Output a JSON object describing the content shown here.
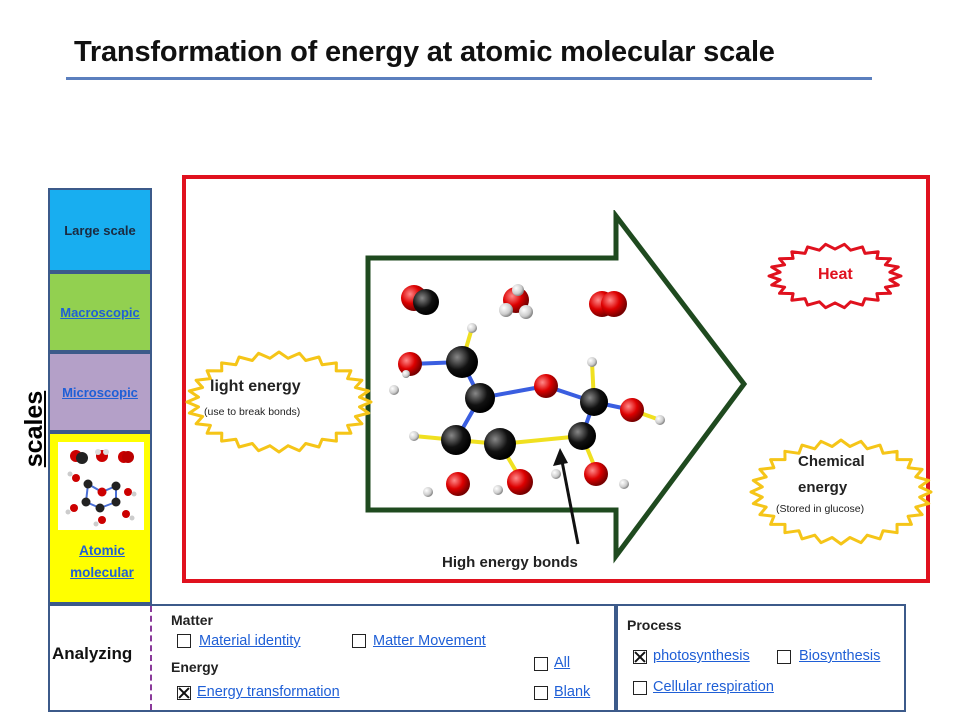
{
  "title": "Transformation of energy at atomic molecular scale",
  "scales": {
    "label": "scales",
    "items": [
      {
        "label": "Large scale"
      },
      {
        "label": "Macroscopic"
      },
      {
        "label": "Microscopic"
      },
      {
        "label": "Atomic molecular"
      }
    ]
  },
  "diagram": {
    "input_label": "light energy",
    "input_note": "(use to break bonds)",
    "output_heat": "Heat",
    "output_chemical": "Chemical energy",
    "output_chemical_line1": "Chemical",
    "output_chemical_line2": "energy",
    "output_chemical_note": "(Stored in glucose)",
    "bonds_label": "High energy bonds"
  },
  "analyzing": {
    "label": "Analyzing",
    "matter": {
      "header": "Matter",
      "options": [
        {
          "label": "Material identity",
          "checked": false
        },
        {
          "label": "Matter Movement",
          "checked": false
        }
      ]
    },
    "energy": {
      "header": "Energy",
      "options": [
        {
          "label": "Energy transformation",
          "checked": true
        }
      ]
    },
    "extra": [
      {
        "label": "All",
        "checked": false
      },
      {
        "label": "Blank",
        "checked": false
      }
    ],
    "process": {
      "header": "Process",
      "options": [
        {
          "label": "photosynthesis",
          "checked": true
        },
        {
          "label": "Biosynthesis",
          "checked": false
        },
        {
          "label": "Cellular respiration",
          "checked": false
        }
      ]
    }
  },
  "colors": {
    "frame": "#e0111e",
    "arrow": "#1f4a1f",
    "light_burst": "#f5c518",
    "heat_burst": "#e0111e",
    "title_rule": "#5b7fbe",
    "link": "#1f5fd6"
  }
}
